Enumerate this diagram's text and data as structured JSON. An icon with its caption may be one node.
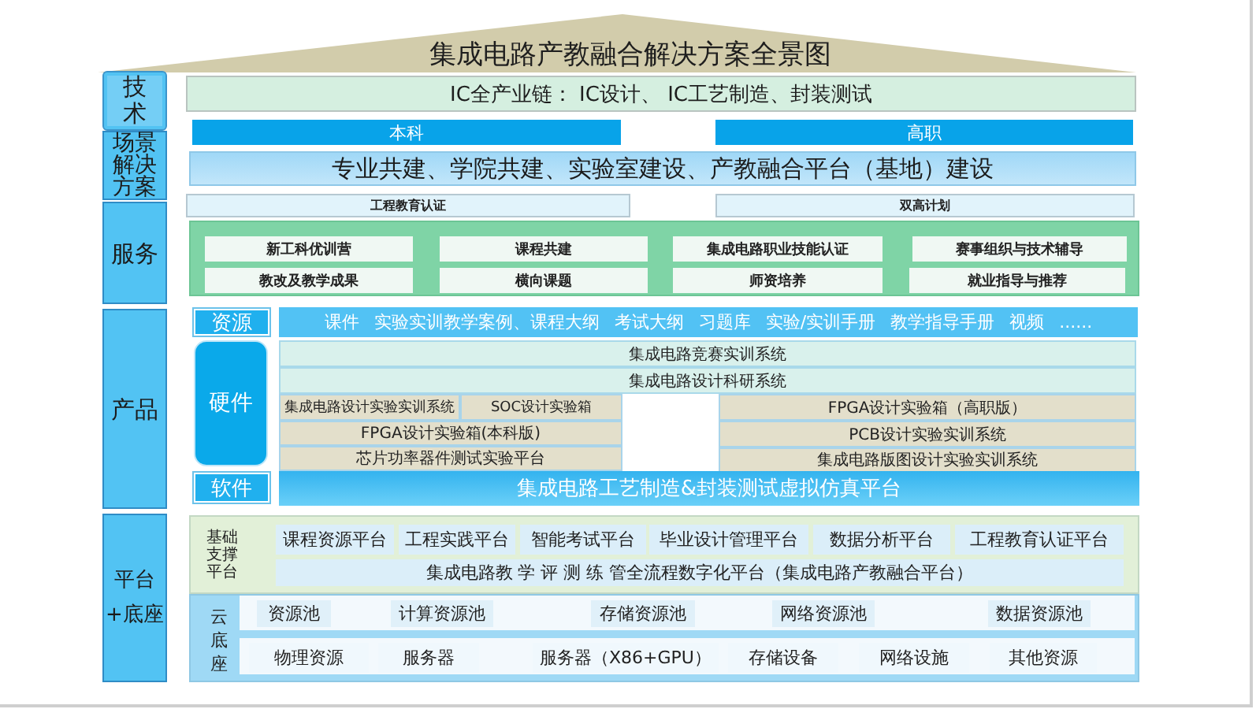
{
  "diagram": {
    "title": "集成电路产教融合解决方案全景图",
    "nodes": [
      {
        "text": [
          "技术"
        ]
      },
      {
        "text": [
          "IC全产业链： IC设计、 IC工艺制造、封装测试"
        ]
      },
      {
        "text": [
          "场景解决方案"
        ]
      },
      {
        "text": [
          "本科"
        ]
      },
      {
        "text": [
          "高职"
        ]
      },
      {
        "text": [
          "专业共建、学院共建、实验室建设、产教融合平台（基地）建设"
        ]
      },
      {
        "text": [
          "工程教育认证"
        ]
      },
      {
        "text": [
          "双高计划"
        ]
      },
      {
        "text": [
          "服务"
        ]
      },
      {
        "text": [],
        "shape": "box"
      },
      {
        "text": [
          "新工科优训营"
        ],
        "in": 9
      },
      {
        "text": [
          "课程共建"
        ],
        "in": 9
      },
      {
        "text": [
          "集成电路职业技能认证"
        ],
        "in": 9
      },
      {
        "text": [
          "赛事组织与技术辅导"
        ],
        "in": 9
      },
      {
        "text": [
          "教改及教学成果"
        ],
        "in": 9
      },
      {
        "text": [
          "横向课题"
        ],
        "in": 9
      },
      {
        "text": [
          "师资培养"
        ],
        "in": 9
      },
      {
        "text": [
          "就业指导与推荐"
        ],
        "in": 9
      },
      {
        "text": [
          "产品"
        ]
      },
      {
        "text": [
          "资源"
        ]
      },
      {
        "text": [
          "课件 实验实训教学案例、课程大纲 考试大纲 习题库 实验/实训手册 教学指导手册 视频 ......"
        ]
      },
      {
        "text": [
          "硬件"
        ]
      },
      {
        "text": [
          "集成电路竞赛实训系统"
        ]
      },
      {
        "text": [
          "集成电路设计科研系统"
        ]
      },
      {
        "text": [
          "集成电路设计实验实训系统"
        ]
      },
      {
        "text": [
          "SOC设计实验箱"
        ]
      },
      {
        "text": [
          "FPGA设计实验箱（高职版）"
        ]
      },
      {
        "text": [
          "FPGA设计实验箱(本科版)"
        ]
      },
      {
        "text": [
          "PCB设计实验实训系统"
        ]
      },
      {
        "text": [
          "芯片功率器件测试实验平台"
        ]
      },
      {
        "text": [
          "集成电路版图设计实验实训系统"
        ]
      },
      {
        "text": [
          "软件"
        ]
      },
      {
        "text": [
          "集成电路工艺制造&封装测试虚拟仿真平台"
        ]
      },
      {
        "text": [
          "平台+底座"
        ]
      },
      {
        "text": [
          "基础支撑平台"
        ]
      },
      {
        "text": [
          "课程资源平台"
        ],
        "in": 34
      },
      {
        "text": [
          "工程实践平台"
        ],
        "in": 34
      },
      {
        "text": [
          "智能考试平台"
        ],
        "in": 34
      },
      {
        "text": [
          "毕业设计管理平台"
        ],
        "in": 34
      },
      {
        "text": [
          "数据分析平台"
        ],
        "in": 34
      },
      {
        "text": [
          "工程教育认证平台"
        ],
        "in": 34
      },
      {
        "text": [
          "集成电路教 学 评 测 练 管全流程数字化平台（集成电路产教融合平台）"
        ],
        "in": 34
      },
      {
        "text": [
          "云底座"
        ]
      },
      {
        "text": [
          "资源池"
        ],
        "in": 42
      },
      {
        "text": [
          "计算资源池"
        ],
        "in": 42
      },
      {
        "text": [
          "存储资源池"
        ],
        "in": 42
      },
      {
        "text": [
          "网络资源池"
        ],
        "in": 42
      },
      {
        "text": [
          "数据资源池"
        ],
        "in": 42
      },
      {
        "text": [
          "物理资源"
        ],
        "in": 42
      },
      {
        "text": [
          "服务器"
        ],
        "in": 42
      },
      {
        "text": [
          "服务器（X86+GPU）"
        ],
        "in": 42
      },
      {
        "text": [
          "存储设备"
        ],
        "in": 42
      },
      {
        "text": [
          "网络设施"
        ],
        "in": 42
      },
      {
        "text": [
          "其他资源"
        ],
        "in": 42
      }
    ]
  }
}
